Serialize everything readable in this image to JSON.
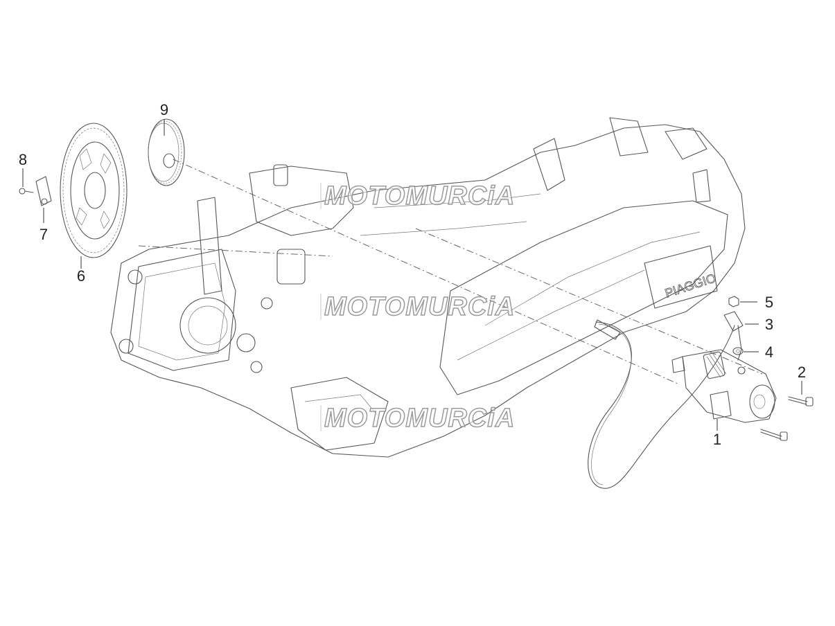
{
  "callouts": [
    {
      "id": "1",
      "text": "1"
    },
    {
      "id": "2",
      "text": "2"
    },
    {
      "id": "3",
      "text": "3"
    },
    {
      "id": "4",
      "text": "4"
    },
    {
      "id": "5",
      "text": "5"
    },
    {
      "id": "6",
      "text": "6"
    },
    {
      "id": "7",
      "text": "7"
    },
    {
      "id": "8",
      "text": "8"
    },
    {
      "id": "9",
      "text": "9"
    }
  ],
  "engine_cover_logo": "PIAGGIO",
  "watermark": {
    "text": "MOTOMURCiA",
    "flag_colors": [
      "#f2c94c",
      "#e04b4b",
      "#3a8a4a"
    ]
  },
  "colors": {
    "line": "#555555",
    "background": "#ffffff"
  }
}
